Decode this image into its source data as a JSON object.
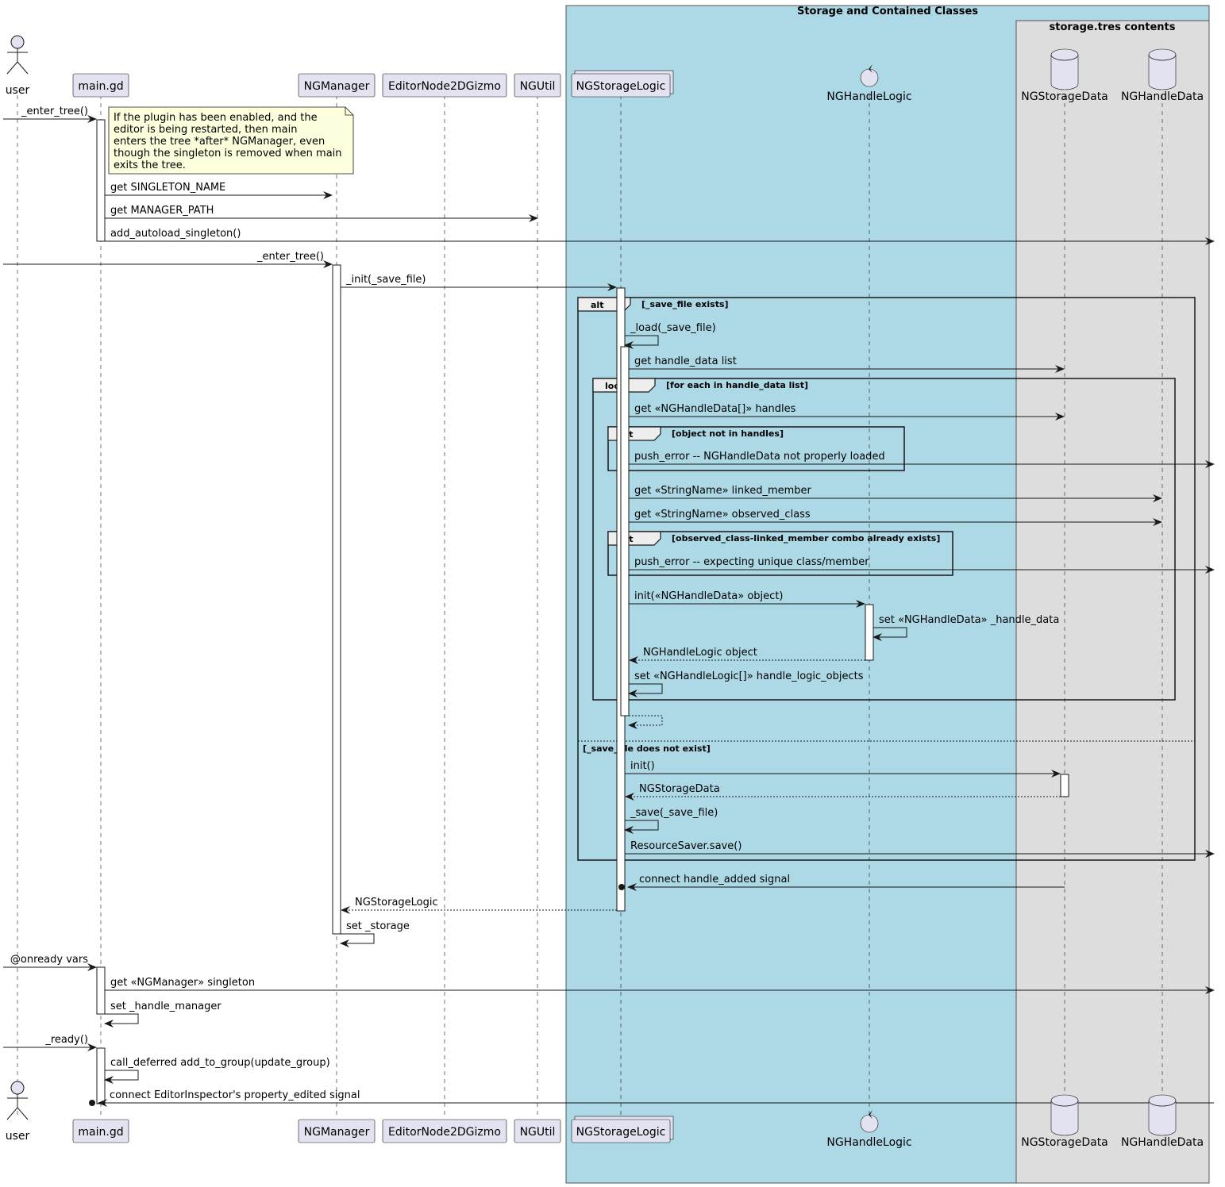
{
  "diagram": {
    "type": "sequence",
    "colors": {
      "participant_fill": "#E2E2F0",
      "participant_border": "#181818",
      "box_outer_fill": "#ADD8E6",
      "box_inner_fill": "#DDDDDD",
      "note_fill": "#FEFFDD",
      "line": "#181818",
      "fragment_header_fill": "#EEEEEE"
    },
    "boxes": [
      {
        "id": "outer",
        "title": "Storage and Contained Classes",
        "from": "NGStorageLogic",
        "to": "NGHandleData"
      },
      {
        "id": "inner",
        "title": "storage.tres contents",
        "from": "NGStorageData",
        "to": "NGHandleData"
      }
    ],
    "participants": [
      {
        "id": "user",
        "label": "user",
        "shape": "actor"
      },
      {
        "id": "main",
        "label": "main.gd",
        "shape": "participant"
      },
      {
        "id": "mgr",
        "label": "NGManager",
        "shape": "participant"
      },
      {
        "id": "gizmo",
        "label": "EditorNode2DGizmo",
        "shape": "participant"
      },
      {
        "id": "util",
        "label": "NGUtil",
        "shape": "participant"
      },
      {
        "id": "slogic",
        "label": "NGStorageLogic",
        "shape": "collections"
      },
      {
        "id": "hlogic",
        "label": "NGHandleLogic",
        "shape": "control"
      },
      {
        "id": "sdata",
        "label": "NGStorageData",
        "shape": "database"
      },
      {
        "id": "hdata",
        "label": "NGHandleData",
        "shape": "database"
      }
    ],
    "note": {
      "over": "main",
      "lines": [
        "If the plugin has been enabled, and the",
        "editor is being restarted, then main",
        "enters the tree *after* NGManager, even",
        "though the singleton is removed when main",
        "exits the tree."
      ]
    },
    "messages": [
      {
        "from": "left-edge",
        "to": "main",
        "label": "_enter_tree()",
        "style": "solid"
      },
      {
        "from": "main",
        "to": "mgr",
        "label": "get SINGLETON_NAME",
        "style": "solid"
      },
      {
        "from": "main",
        "to": "util",
        "label": "get MANAGER_PATH",
        "style": "solid"
      },
      {
        "from": "main",
        "to": "right-edge",
        "label": "add_autoload_singleton()",
        "style": "solid"
      },
      {
        "from": "left-edge",
        "to": "mgr",
        "label": "_enter_tree()",
        "style": "solid"
      },
      {
        "from": "mgr",
        "to": "slogic",
        "label": "_init(_save_file)",
        "style": "solid"
      },
      {
        "from": "slogic",
        "to": "slogic",
        "label": "_load(_save_file)",
        "style": "solid"
      },
      {
        "from": "slogic",
        "to": "sdata",
        "label": "get handle_data list",
        "style": "solid"
      },
      {
        "from": "slogic",
        "to": "sdata",
        "label": "get «NGHandleData[]» handles",
        "style": "solid"
      },
      {
        "from": "slogic",
        "to": "right-edge",
        "label": "push_error -- NGHandleData not properly loaded",
        "style": "solid"
      },
      {
        "from": "slogic",
        "to": "hdata",
        "label": "get «StringName» linked_member",
        "style": "solid"
      },
      {
        "from": "slogic",
        "to": "hdata",
        "label": "get «StringName» observed_class",
        "style": "solid"
      },
      {
        "from": "slogic",
        "to": "right-edge",
        "label": "push_error -- expecting unique class/member",
        "style": "solid"
      },
      {
        "from": "slogic",
        "to": "hlogic",
        "label": "init(«NGHandleData» object)",
        "style": "solid"
      },
      {
        "from": "hlogic",
        "to": "hlogic",
        "label": "set «NGHandleData» _handle_data",
        "style": "solid"
      },
      {
        "from": "hlogic",
        "to": "slogic",
        "label": "NGHandleLogic object",
        "style": "dashed"
      },
      {
        "from": "slogic",
        "to": "slogic",
        "label": "set «NGHandleLogic[]» handle_logic_objects",
        "style": "solid"
      },
      {
        "from": "slogic",
        "to": "slogic",
        "label": "",
        "style": "dashed"
      },
      {
        "from": "slogic",
        "to": "sdata",
        "label": "init()",
        "style": "solid"
      },
      {
        "from": "sdata",
        "to": "slogic",
        "label": "NGStorageData",
        "style": "dashed"
      },
      {
        "from": "slogic",
        "to": "slogic",
        "label": "_save(_save_file)",
        "style": "solid"
      },
      {
        "from": "slogic",
        "to": "right-edge",
        "label": "ResourceSaver.save()",
        "style": "solid"
      },
      {
        "from": "sdata",
        "to": "slogic",
        "label": "connect handle_added signal",
        "style": "solid-dot"
      },
      {
        "from": "slogic",
        "to": "mgr",
        "label": "NGStorageLogic",
        "style": "dashed"
      },
      {
        "from": "mgr",
        "to": "mgr",
        "label": "set _storage",
        "style": "solid"
      },
      {
        "from": "left-edge",
        "to": "main",
        "label": "@onready vars",
        "style": "solid"
      },
      {
        "from": "main",
        "to": "right-edge",
        "label": "get «NGManager» singleton",
        "style": "solid"
      },
      {
        "from": "main",
        "to": "main",
        "label": "set _handle_manager",
        "style": "solid"
      },
      {
        "from": "left-edge",
        "to": "main",
        "label": "_ready()",
        "style": "solid"
      },
      {
        "from": "main",
        "to": "main",
        "label": "call_deferred add_to_group(update_group)",
        "style": "solid"
      },
      {
        "from": "right-edge",
        "to": "main",
        "label": "connect EditorInspector's property_edited signal",
        "style": "solid-dot"
      }
    ],
    "fragments": [
      {
        "kind": "alt",
        "guard": "[_save_file exists]",
        "else_guard": "[_save_file does not exist]"
      },
      {
        "kind": "loop",
        "guard": "[for each in handle_data list]"
      },
      {
        "kind": "alt",
        "guard": "[object not in handles]"
      },
      {
        "kind": "alt",
        "guard": "[observed_class-linked_member combo already exists]"
      }
    ]
  }
}
